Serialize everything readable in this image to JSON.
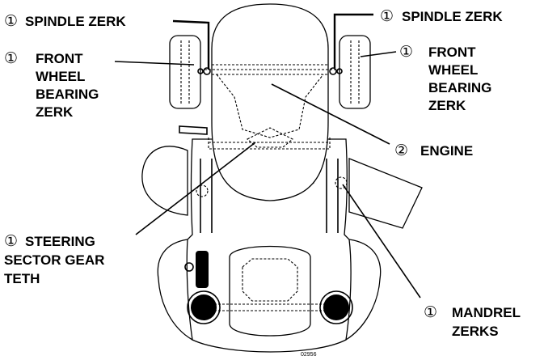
{
  "labels": {
    "spindle_left": {
      "num": "①",
      "text": "SPINDLE ZERK"
    },
    "spindle_right": {
      "num": "①",
      "text": "SPINDLE ZERK"
    },
    "front_left": {
      "num": "①",
      "lines": [
        "FRONT",
        "WHEEL",
        "BEARING",
        "ZERK"
      ]
    },
    "front_right": {
      "num": "①",
      "lines": [
        "FRONT",
        "WHEEL",
        "BEARING",
        "ZERK"
      ]
    },
    "engine": {
      "num": "②",
      "text": "ENGINE"
    },
    "steering": {
      "num": "①",
      "lines": [
        "STEERING",
        "SECTOR GEAR",
        "TETH"
      ]
    },
    "mandrel": {
      "num": "①",
      "lines": [
        "MANDREL",
        "ZERKS"
      ]
    }
  },
  "figure_id": "02956"
}
